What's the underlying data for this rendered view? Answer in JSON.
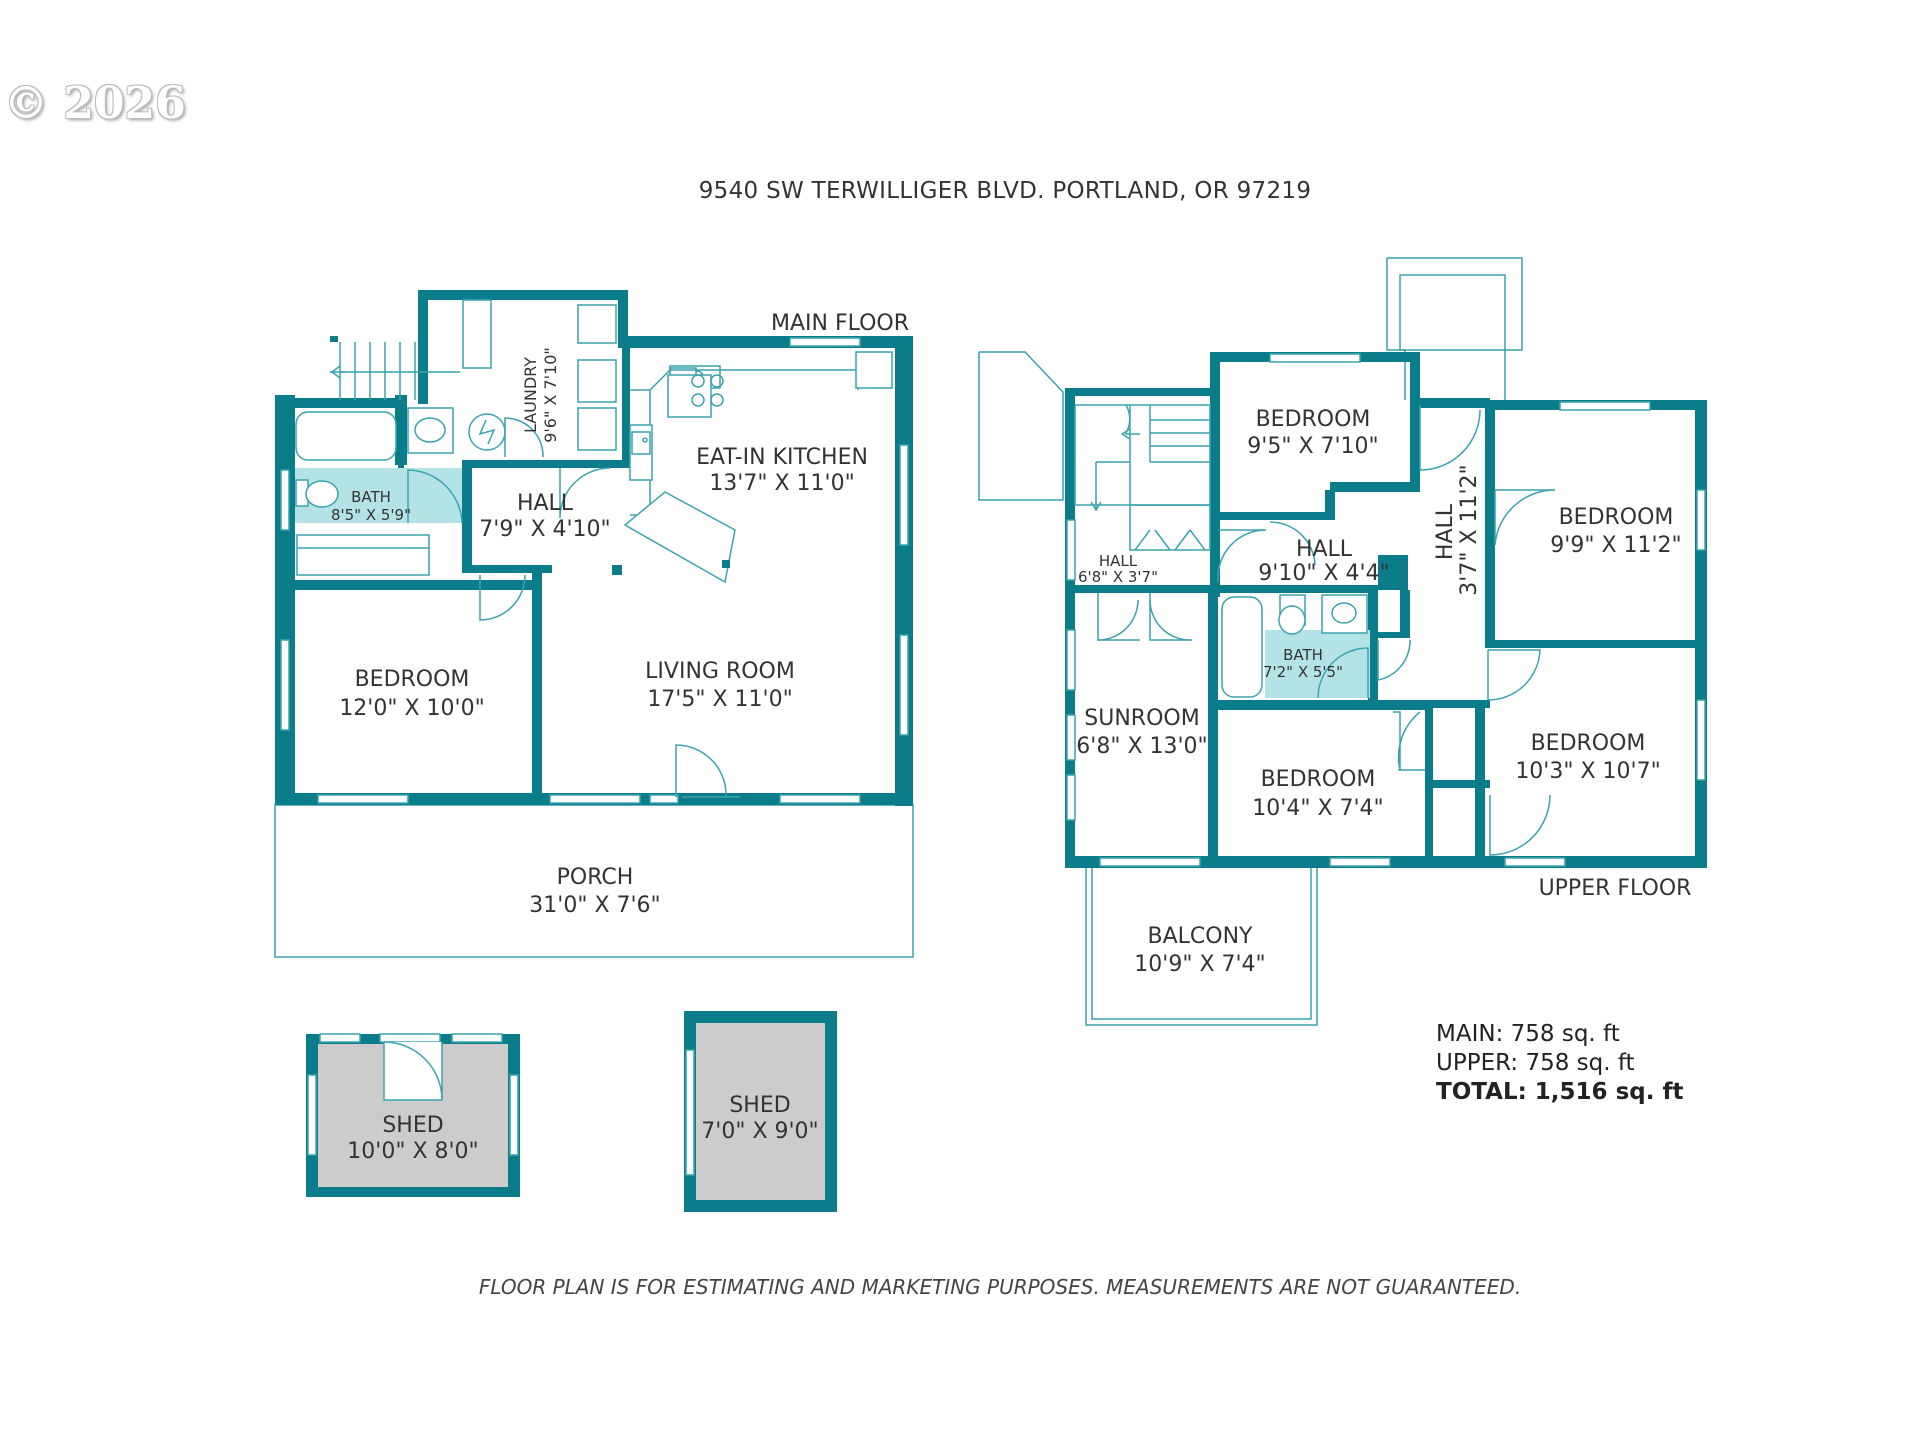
{
  "copyright": "© 2026",
  "address": "9540 SW TERWILLIGER BLVD. PORTLAND, OR 97219",
  "colors": {
    "wall": "#0b7d8a",
    "thin": "#3aa3ad",
    "bath_fill": "#b4e3e6",
    "shed_fill": "#cccccc"
  },
  "floors": {
    "main": "MAIN FLOOR",
    "upper": "UPPER FLOOR"
  },
  "main_rooms": {
    "laundry": {
      "name": "LAUNDRY",
      "dim": "9'6\" X 7'10\""
    },
    "kitchen": {
      "name": "EAT-IN KITCHEN",
      "dim": "13'7\" X 11'0\""
    },
    "bath": {
      "name": "BATH",
      "dim": "8'5\" X 5'9\""
    },
    "hall": {
      "name": "HALL",
      "dim": "7'9\" X 4'10\""
    },
    "bedroom": {
      "name": "BEDROOM",
      "dim": "12'0\" X 10'0\""
    },
    "living": {
      "name": "LIVING ROOM",
      "dim": "17'5\" X 11'0\""
    },
    "porch": {
      "name": "PORCH",
      "dim": "31'0\" X 7'6\""
    }
  },
  "sheds": [
    {
      "name": "SHED",
      "dim": "10'0\" X 8'0\""
    },
    {
      "name": "SHED",
      "dim": "7'0\" X 9'0\""
    }
  ],
  "upper_rooms": {
    "bedroom_top": {
      "name": "BEDROOM",
      "dim": "9'5\" X 7'10\""
    },
    "hall_main": {
      "name": "HALL",
      "dim": "9'10\" X 4'4\""
    },
    "hall_small": {
      "name": "HALL",
      "dim": "6'8\" X 3'7\""
    },
    "hall_vertical": {
      "name": "HALL",
      "dim": "3'7\" X 11'2\""
    },
    "bedroom_right": {
      "name": "BEDROOM",
      "dim": "9'9\" X 11'2\""
    },
    "bath": {
      "name": "BATH",
      "dim": "7'2\" X 5'5\""
    },
    "sunroom": {
      "name": "SUNROOM",
      "dim": "6'8\" X 13'0\""
    },
    "bedroom_mid": {
      "name": "BEDROOM",
      "dim": "10'4\" X 7'4\""
    },
    "bedroom_br": {
      "name": "BEDROOM",
      "dim": "10'3\" X 10'7\""
    },
    "balcony": {
      "name": "BALCONY",
      "dim": "10'9\" X 7'4\""
    }
  },
  "area": {
    "main": "MAIN: 758 sq. ft",
    "upper": "UPPER: 758 sq. ft",
    "total": "TOTAL: 1,516 sq. ft"
  },
  "disclaimer": "FLOOR PLAN IS FOR ESTIMATING AND MARKETING PURPOSES. MEASUREMENTS ARE NOT GUARANTEED."
}
